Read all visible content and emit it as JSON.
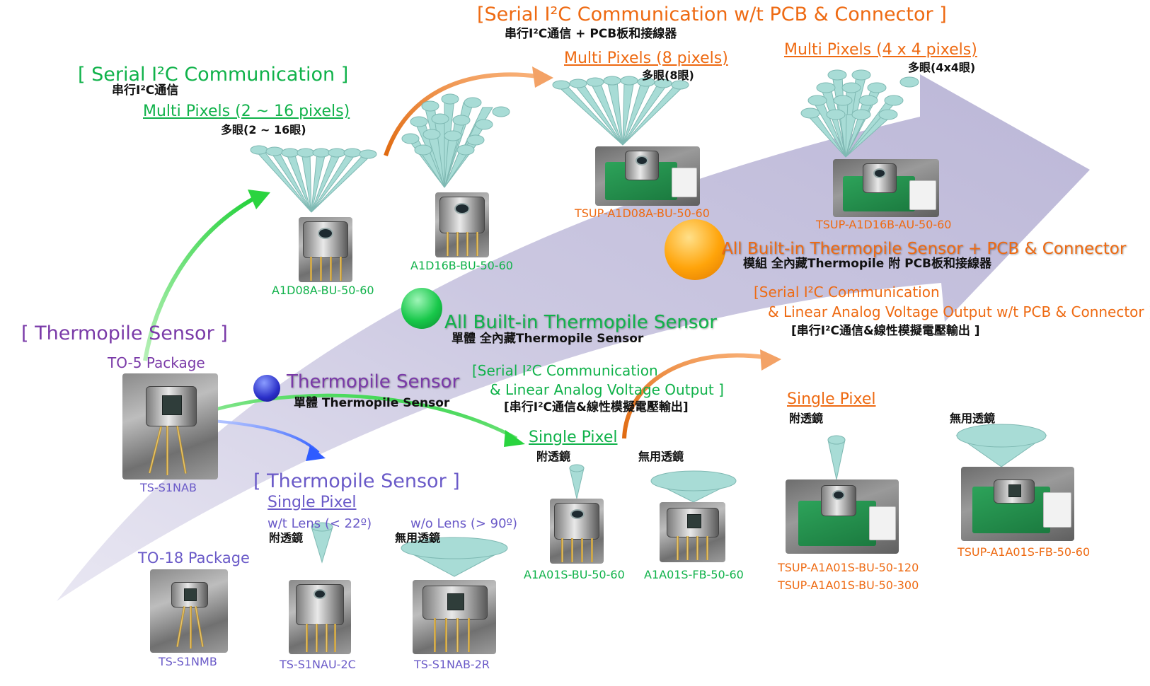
{
  "top": {
    "title": "[Serial I²C Communication w/t PCB & Connector ]",
    "subtitle": "串行I²C通信 + PCB板和接線器"
  },
  "serial_group": {
    "title": "[ Serial I²C Communication ]",
    "subtitle": "串行I²C通信",
    "multi_label": "Multi Pixels (2 ~ 16 pixels)",
    "multi_label_zh": "多眼(2 ~ 16眼)",
    "models": [
      "A1D08A-BU-50-60",
      "A1D16B-BU-50-60"
    ]
  },
  "pcb_multi_8": {
    "label": "Multi Pixels (8 pixels)",
    "label_zh": "多眼(8眼)",
    "model": "TSUP-A1D08A-BU-50-60"
  },
  "pcb_multi_16": {
    "label": "Multi Pixels (4 x 4 pixels)",
    "label_zh": "多眼(4x4眼)",
    "model": "TSUP-A1D16B-AU-50-60"
  },
  "built_in_pcb": {
    "title": "All Built-in Thermopile Sensor + PCB & Connector",
    "subtitle": "模組 全內藏Thermopile 附 PCB板和接線器"
  },
  "serial_linear_pcb": {
    "line1": "[Serial I²C Communication",
    "line2": "& Linear Analog Voltage Output w/t PCB & Connector ]",
    "line3": "[串行I²C通信&線性模擬電壓輸出 ]"
  },
  "built_in": {
    "title": "All Built-in Thermopile Sensor",
    "subtitle": "單體 全內藏Thermopile Sensor"
  },
  "thermopile_stage": {
    "title": "Thermopile Sensor",
    "subtitle": "單體 Thermopile Sensor"
  },
  "base": {
    "title": "[ Thermopile Sensor ]",
    "to5_label": "TO-5 Package",
    "to5_model": "TS-S1NAB",
    "to18_label": "TO-18 Package",
    "to18_model": "TS-S1NMB"
  },
  "serial_linear": {
    "line1": "[Serial I²C Communication",
    "line2": "& Linear  Analog Voltage Output ]",
    "line3": "[串行I²C通信&線性模擬電壓輸出]",
    "single_label": "Single Pixel",
    "with_lens_zh": "附透鏡",
    "no_lens_zh": "無用透鏡",
    "models": [
      "A1A01S-BU-50-60",
      "A1A01S-FB-50-60"
    ]
  },
  "pcb_single": {
    "single_label": "Single Pixel",
    "with_lens_zh": "附透鏡",
    "no_lens_zh": "無用透鏡",
    "model_bu_120": "TSUP-A1A01S-BU-50-120",
    "model_bu_300": "TSUP-A1A01S-BU-50-300",
    "model_fb": "TSUP-A1A01S-FB-50-60"
  },
  "analog_group": {
    "title": "[ Thermopile Sensor ]",
    "single_label": "Single Pixel",
    "with_lens": "w/t Lens (< 22º)",
    "with_lens_zh": "附透鏡",
    "no_lens": "w/o Lens (> 90º)",
    "no_lens_zh": "無用透鏡",
    "models": [
      "TS-S1NAU-2C",
      "TS-S1NAB-2R"
    ]
  },
  "colors": {
    "purple": "#7a3aa8",
    "violet": "#6a5ac8",
    "green": "#10b24a",
    "orange": "#ee6a12",
    "band": "#c9c6e0",
    "lens": "#a8dcd6"
  }
}
